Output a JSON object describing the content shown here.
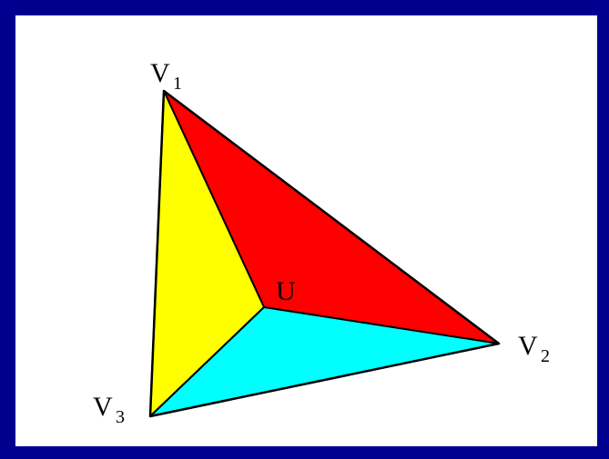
{
  "diagram": {
    "colors": {
      "frame": "#00008f",
      "background": "#ffffff",
      "outline": "#000000",
      "region_v1_v2_u": "#ff0000",
      "region_v1_v3_u": "#ffff00",
      "region_v2_v3_u": "#00ffff"
    },
    "labels": {
      "v1": {
        "letter": "V",
        "sub": "1"
      },
      "v2": {
        "letter": "V",
        "sub": "2"
      },
      "v3": {
        "letter": "V",
        "sub": "3"
      },
      "u": {
        "letter": "U"
      }
    }
  }
}
